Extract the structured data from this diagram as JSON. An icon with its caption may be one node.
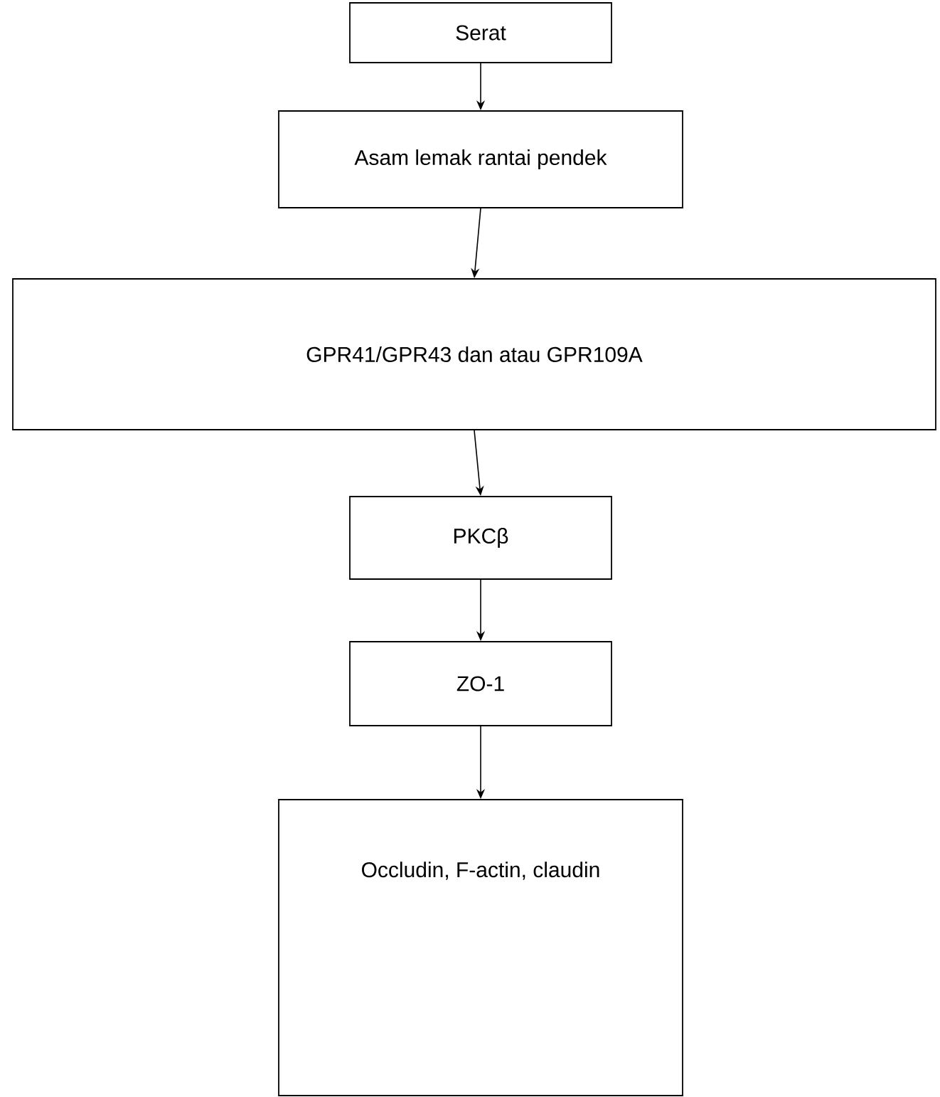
{
  "diagram": {
    "nodes": [
      {
        "text": [
          "Serat"
        ]
      },
      {
        "text": [
          "Asam lemak rantai pendek"
        ]
      },
      {
        "text": [
          "GPR41/GPR43 dan atau GPR109A"
        ]
      },
      {
        "text": [
          "PKCβ"
        ]
      },
      {
        "text": [
          "ZO-1"
        ]
      },
      {
        "text": [
          "Occludin, F-actin, claudin"
        ]
      }
    ],
    "edges": [
      {
        "from": 0,
        "to": 1,
        "arrow": "to"
      },
      {
        "from": 1,
        "to": 2,
        "arrow": "to"
      },
      {
        "from": 2,
        "to": 3,
        "arrow": "to"
      },
      {
        "from": 3,
        "to": 4,
        "arrow": "to"
      },
      {
        "from": 4,
        "to": 5,
        "arrow": "to"
      }
    ]
  }
}
